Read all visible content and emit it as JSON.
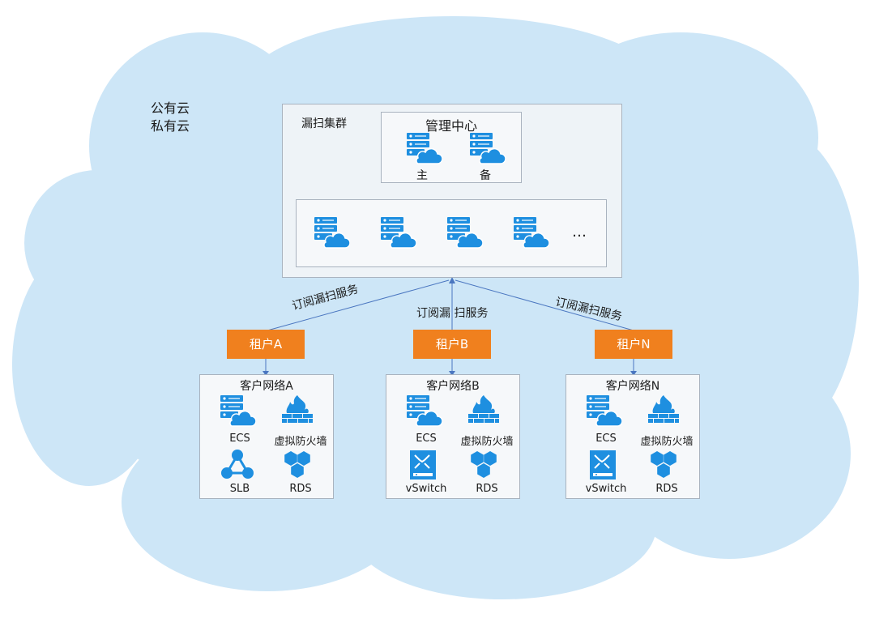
{
  "cloud": {
    "line1": "公有云",
    "line2": "私有云"
  },
  "cluster": {
    "title": "漏扫集群",
    "management": {
      "title": "管理中心",
      "primary": "主",
      "backup": "备"
    },
    "ellipsis": "…"
  },
  "links": {
    "left": "订阅漏扫服务",
    "middle": "订阅漏  扫服务",
    "right": "订阅漏扫服务"
  },
  "tenants": [
    {
      "label": "租户A",
      "network": "客户网络A",
      "items": [
        "ECS",
        "虚拟防火墙",
        "SLB",
        "RDS"
      ]
    },
    {
      "label": "租户B",
      "network": "客户网络B",
      "items": [
        "ECS",
        "虚拟防火墙",
        "vSwitch",
        "RDS"
      ]
    },
    {
      "label": "租户N",
      "network": "客户网络N",
      "items": [
        "ECS",
        "虚拟防火墙",
        "vSwitch",
        "RDS"
      ]
    }
  ],
  "colors": {
    "accent": "#f0801e",
    "icon_blue": "#1e8fe0",
    "cloud_fill": "#cde6f7",
    "arrow": "#4a76c0"
  }
}
